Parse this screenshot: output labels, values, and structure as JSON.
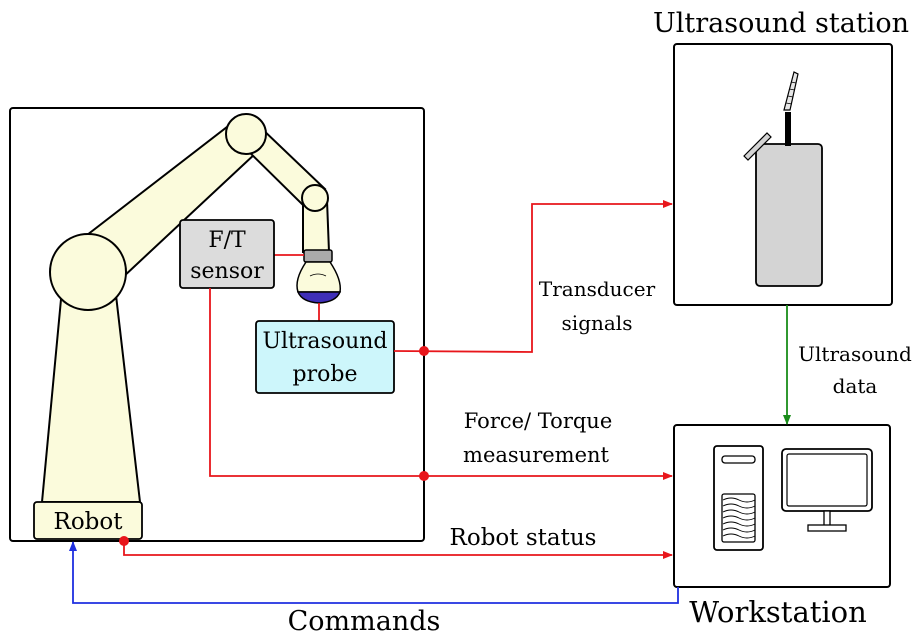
{
  "labels": {
    "ultrasound_station": "Ultrasound station",
    "workstation": "Workstation",
    "ft_line1": "F/T",
    "ft_line2": "sensor",
    "probe_line1": "Ultrasound",
    "probe_line2": "probe",
    "robot": "Robot",
    "transducer_line1": "Transducer",
    "transducer_line2": "signals",
    "us_data_line1": "Ultrasound",
    "us_data_line2": "data",
    "force_line1": "Force/ Torque",
    "force_line2": "measurement",
    "robot_status": "Robot status",
    "commands": "Commands"
  },
  "colors": {
    "signal_red": "#e8161b",
    "data_green": "#1a8c1a",
    "command_blue": "#1f2fe0",
    "robot_fill": "#fbfbdc",
    "probe_fill": "#cdf6fb",
    "sensor_fill": "#dcdcdc",
    "station_fill": "#d4d4d4"
  }
}
